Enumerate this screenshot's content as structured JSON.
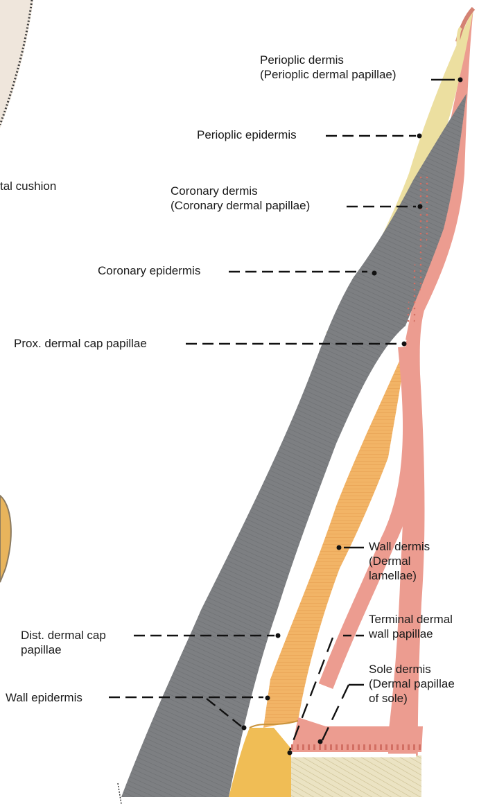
{
  "labels": {
    "periople_dermis": {
      "line1": "Perioplic dermis",
      "line2": "(Perioplic dermal papillae)"
    },
    "periople_epidermis": "Perioplic epidermis",
    "digital_cushion": "tal cushion",
    "coronary_dermis": {
      "line1": "Coronary dermis",
      "line2": "(Coronary dermal papillae)"
    },
    "coronary_epidermis": "Coronary epidermis",
    "prox_cap": "Prox. dermal cap papillae",
    "wall_dermis": {
      "line1": "Wall dermis",
      "line2": "(Dermal",
      "line3": "lamellae)"
    },
    "terminal_dermal": {
      "line1": "Terminal dermal",
      "line2": "wall papillae"
    },
    "dist_cap": {
      "line1": "Dist. dermal cap",
      "line2": "papillae"
    },
    "sole_dermis": {
      "line1": "Sole dermis",
      "line2": "(Dermal papillae",
      "line3": "of sole)"
    },
    "wall_epidermis": "Wall epidermis"
  },
  "colors": {
    "horn_gray": "#7d7f82",
    "dermis_pink": "#ec9c90",
    "periople_yellow": "#ecdfa0",
    "lamellae_orange": "#f2b466",
    "sole_cream": "#ebe3c3",
    "leader_black": "#111111"
  }
}
